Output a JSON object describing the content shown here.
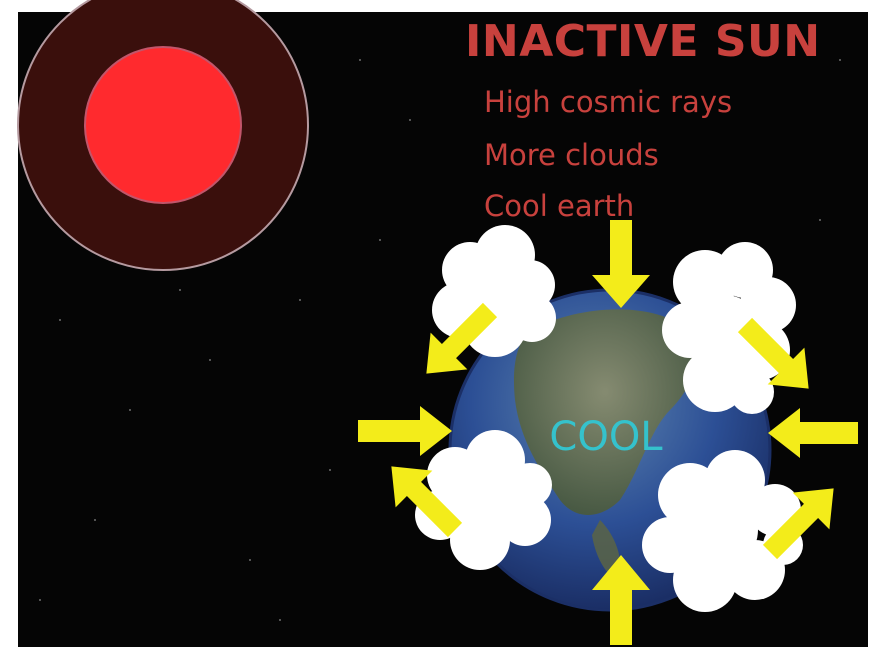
{
  "title": "INACTIVE SUN",
  "bullets": [
    "High cosmic rays",
    "More clouds",
    "Cool earth"
  ],
  "center_label": "COOL",
  "colors": {
    "background": "#050505",
    "text": "#c8413d",
    "sun_core": "#ff2a2e",
    "sun_halo": "#3a0f0c",
    "arrow": "#f3ec1a",
    "cloud": "#ffffff",
    "earth_ocean": "#2a4f9e",
    "center_label": "#35c2cc"
  },
  "icons": {
    "sun": "sun-icon",
    "earth": "earth-icon",
    "cloud": "cloud-icon",
    "arrow": "arrow-icon"
  }
}
